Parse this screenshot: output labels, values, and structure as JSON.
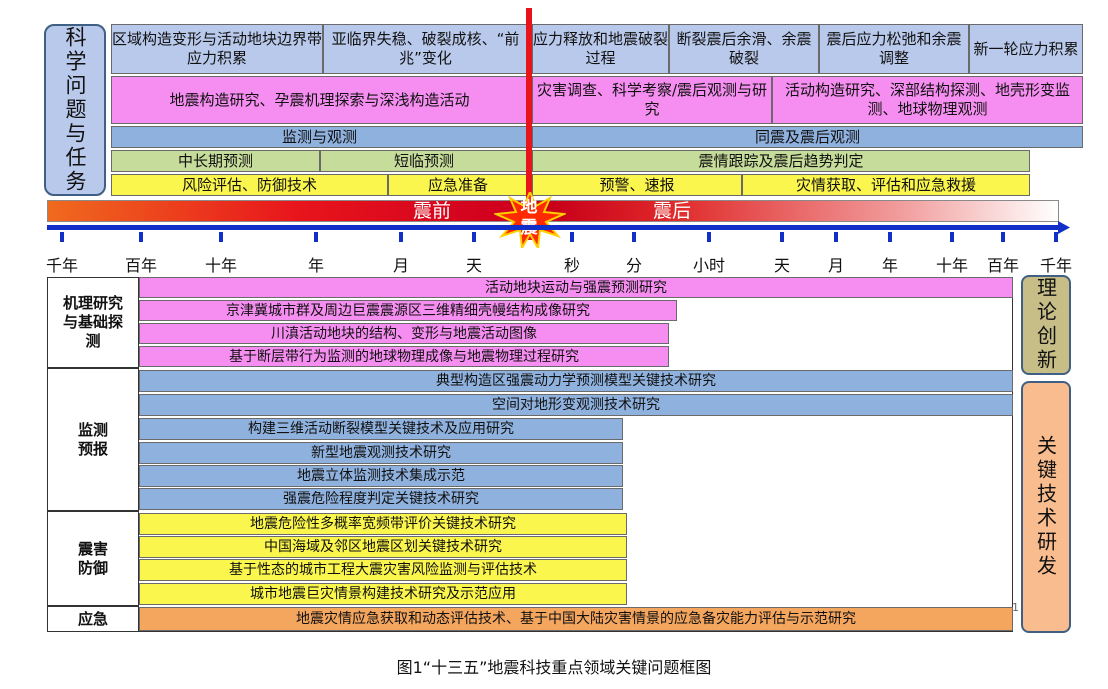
{
  "top": {
    "side_label": "科学问题与任务",
    "row1": [
      "区域构造变形与活动地块边界带应力积累",
      "亚临界失稳、破裂成核、“前兆”变化",
      "应力释放和地震破裂过程",
      "断裂震后余滑、余震破裂",
      "震后应力松弛和余震调整",
      "新一轮应力积累"
    ],
    "row2": [
      "地震构造研究、孕震机理探索与深浅构造活动",
      "灾害调查、科学考察/震后观测与研究",
      "活动构造研究、深部结构探测、地壳形变监测、地球物理观测"
    ],
    "row3": [
      "监测与观测",
      "同震及震后观测"
    ],
    "row4": [
      "中长期预测",
      "短临预测",
      "震情跟踪及震后趋势判定"
    ],
    "row5": [
      "风险评估、防御技术",
      "应急准备",
      "预警、速报",
      "灾情获取、评估和应急救援"
    ]
  },
  "timeline": {
    "before": "震前",
    "after": "震后",
    "quake": "地震",
    "ticks_before": [
      "千年",
      "百年",
      "十年",
      "年",
      "月",
      "天"
    ],
    "ticks_after": [
      "秒",
      "分",
      "小时",
      "天",
      "月",
      "年",
      "十年",
      "百年",
      "千年"
    ]
  },
  "categories": [
    {
      "name": "机理研究与基础探测",
      "items": [
        "活动地块运动与强震预测研究",
        "京津冀城市群及周边巨震震源区三维精细壳幔结构成像研究",
        "川滇活动地块的结构、变形与地震活动图像",
        "基于断层带行为监测的地球物理成像与地震物理过程研究"
      ]
    },
    {
      "name": "监测预报",
      "items": [
        "典型构造区强震动力学预测模型关键技术研究",
        "空间对地形变观测技术研究",
        "构建三维活动断裂模型关键技术及应用研究",
        "新型地震观测技术研究",
        "地震立体监测技术集成示范",
        "强震危险程度判定关键技术研究"
      ]
    },
    {
      "name": "震害防御",
      "items": [
        "地震危险性多概率宽频带评价关键技术研究",
        "中国海域及邻区地震区划关键技术研究",
        "基于性态的城市工程大震灾害风险监测与评估技术",
        "城市地震巨灾情景构建技术研究及示范应用"
      ]
    },
    {
      "name": "应急",
      "items": [
        "地震灾情应急获取和动态评估技术、基于中国大陆灾害情景的应急备灾能力评估与示范研究"
      ]
    }
  ],
  "right_labels": [
    "理论创新",
    "关键技术研发"
  ],
  "page_mark": "1",
  "caption": "图1“十三五”地震科技重点领域关键问题框图",
  "colors": {
    "lavender": "#b9c9ec",
    "pink": "#f58ef0",
    "blue": "#8fb1de",
    "green": "#c6dc9a",
    "yellow": "#fbf64d",
    "orange": "#f4a55e",
    "quake_red": "#e8141c"
  }
}
